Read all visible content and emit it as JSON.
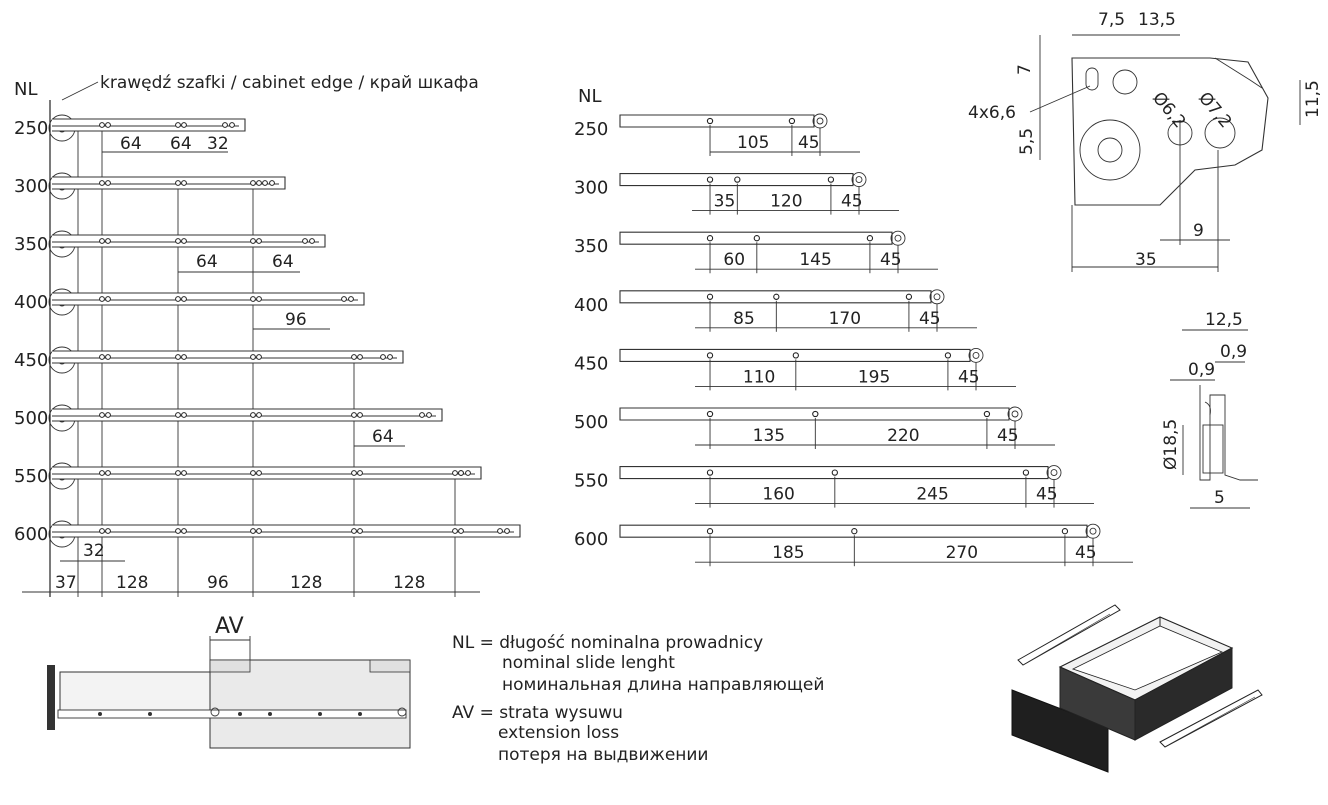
{
  "left_drawing": {
    "edge_label": "krawędź szafki / cabinet edge / край шкафа",
    "nl_header": "NL",
    "lengths": [
      "250",
      "300",
      "350",
      "400",
      "450",
      "500",
      "550",
      "600"
    ],
    "dims_250": [
      "64",
      "64",
      "32"
    ],
    "dims_350": [
      "64",
      "64"
    ],
    "dim_400": "96",
    "dim_500": "64",
    "dim_32": "32",
    "bottom_dims": [
      "37",
      "128",
      "96",
      "128",
      "128"
    ]
  },
  "middle_drawing": {
    "nl_header": "NL",
    "rows": [
      {
        "nl": "250",
        "dims": [
          "105",
          "45"
        ]
      },
      {
        "nl": "300",
        "dims": [
          "35",
          "120",
          "45"
        ]
      },
      {
        "nl": "350",
        "dims": [
          "60",
          "145",
          "45"
        ]
      },
      {
        "nl": "400",
        "dims": [
          "85",
          "170",
          "45"
        ]
      },
      {
        "nl": "450",
        "dims": [
          "110",
          "195",
          "45"
        ]
      },
      {
        "nl": "500",
        "dims": [
          "135",
          "220",
          "45"
        ]
      },
      {
        "nl": "550",
        "dims": [
          "160",
          "245",
          "45"
        ]
      },
      {
        "nl": "600",
        "dims": [
          "185",
          "270",
          "45"
        ]
      }
    ]
  },
  "bracket_drawing": {
    "dims": [
      "7,5",
      "13,5",
      "7",
      "11,5",
      "4x6,6",
      "Ø6,2",
      "Ø7,2",
      "5,5",
      "9",
      "35"
    ]
  },
  "profile_drawing": {
    "dims": [
      "12,5",
      "0,9",
      "0,9",
      "Ø18,5",
      "5"
    ]
  },
  "av_drawing": {
    "label": "AV"
  },
  "legend": {
    "nl_line1": "NL = długość nominalna prowadnicy",
    "nl_line2": "nominal slide lenght",
    "nl_line3": "номинальная длина направляющей",
    "av_line1": "AV = strata wysuwu",
    "av_line2": "extension loss",
    "av_line3": "потеря на выдвижении"
  }
}
